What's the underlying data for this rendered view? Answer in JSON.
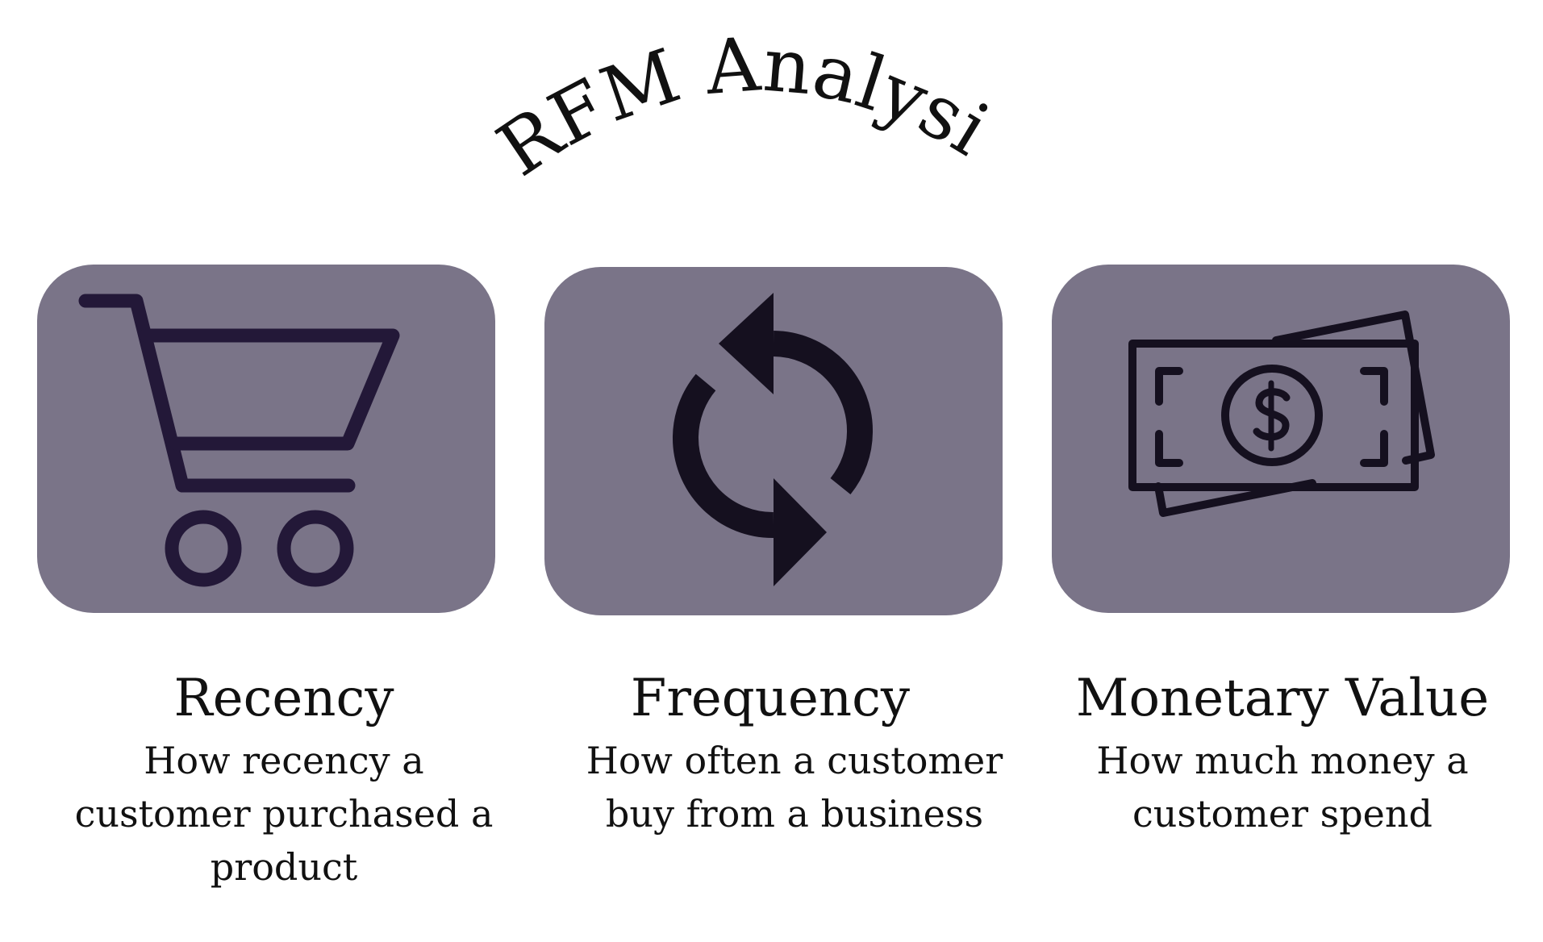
{
  "title": "RFM Analysis",
  "colors": {
    "card_background": "#7a7488",
    "icon_cart": "#231838",
    "icon_dark": "#15101f",
    "text": "#111111"
  },
  "cards": [
    {
      "icon": "shopping-cart-icon",
      "heading": "Recency",
      "description": "How recency a customer purchased a product"
    },
    {
      "icon": "refresh-cycle-icon",
      "heading": "Frequency",
      "description": "How often a customer buy from a business"
    },
    {
      "icon": "money-bills-icon",
      "heading": "Monetary Value",
      "description": "How much money a customer spend"
    }
  ]
}
